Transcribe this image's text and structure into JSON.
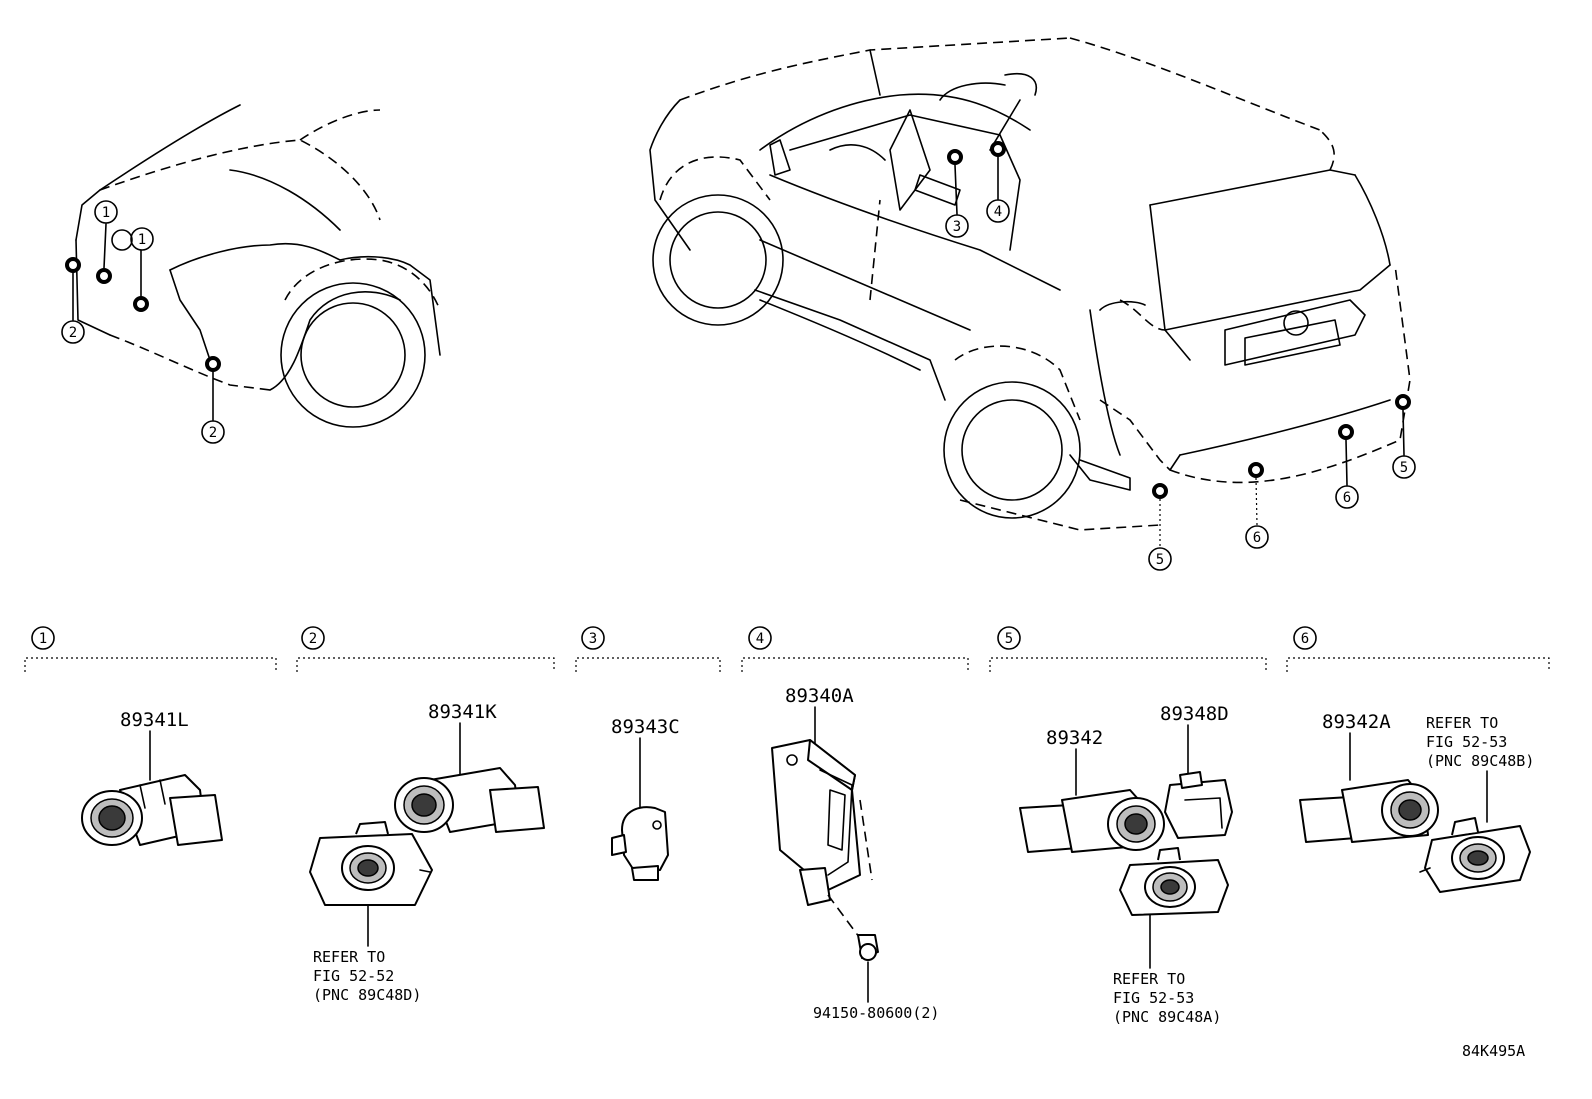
{
  "callout_labels": [
    "1",
    "2",
    "3",
    "4",
    "5",
    "6"
  ],
  "sections": [
    {
      "num": "1",
      "parts": [
        "89341L"
      ]
    },
    {
      "num": "2",
      "parts": [
        "89341K"
      ],
      "refer": {
        "l1": "REFER TO",
        "l2": "FIG 52-52",
        "l3": "(PNC 89C48D)"
      }
    },
    {
      "num": "3",
      "parts": [
        "89343C"
      ]
    },
    {
      "num": "4",
      "parts": [
        "89340A"
      ],
      "bolt": "94150-80600(2)"
    },
    {
      "num": "5",
      "parts": [
        "89342",
        "89348D"
      ],
      "refer": {
        "l1": "REFER TO",
        "l2": "FIG 52-53",
        "l3": "(PNC 89C48A)"
      }
    },
    {
      "num": "6",
      "parts": [
        "89342A"
      ],
      "refer": {
        "l1": "REFER TO",
        "l2": "FIG 52-53",
        "l3": "(PNC 89C48B)"
      }
    }
  ],
  "figure_code": "84K495A"
}
